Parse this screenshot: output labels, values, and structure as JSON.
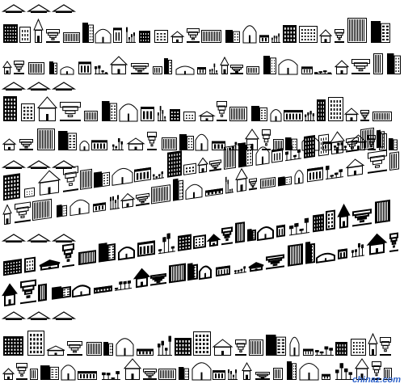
{
  "watermark": "chinaz.com",
  "colors": {
    "ink": "#000000",
    "paper": "#ffffff",
    "watermark": "#2f63c9"
  },
  "font_specimen": {
    "styles": [
      "regular",
      "regular",
      "3d-perspective",
      "3d-perspective-bold",
      "regular"
    ],
    "rows_per_style": 2,
    "icon_names": [
      "house-roof-icon",
      "house-roof-icon",
      "house-roof-icon",
      "townhouse-icon",
      "shop-front-icon",
      "office-tower-icon",
      "warehouse-icon",
      "small-buildings-icon",
      "skyscraper-icon",
      "stepped-building-icon",
      "long-block-icon",
      "apartment-block-icon",
      "curved-tower-icon",
      "slim-tower-icon",
      "glass-tower-icon",
      "mall-icon",
      "twin-blocks-icon",
      "grid-building-icon",
      "barcode-block-icon",
      "office-grid-icon",
      "tall-block-icon",
      "hut-icon",
      "cottage-icon",
      "mansion-icon",
      "terrace-icon",
      "rowhouse-icon",
      "villa-icon",
      "dome-hall-icon",
      "barn-icon",
      "church-icon",
      "chalet-icon",
      "low-house-icon",
      "factory-icon",
      "skyline-icon",
      "street-icon",
      "district-icon",
      "castle-icon",
      "city-icon"
    ]
  }
}
